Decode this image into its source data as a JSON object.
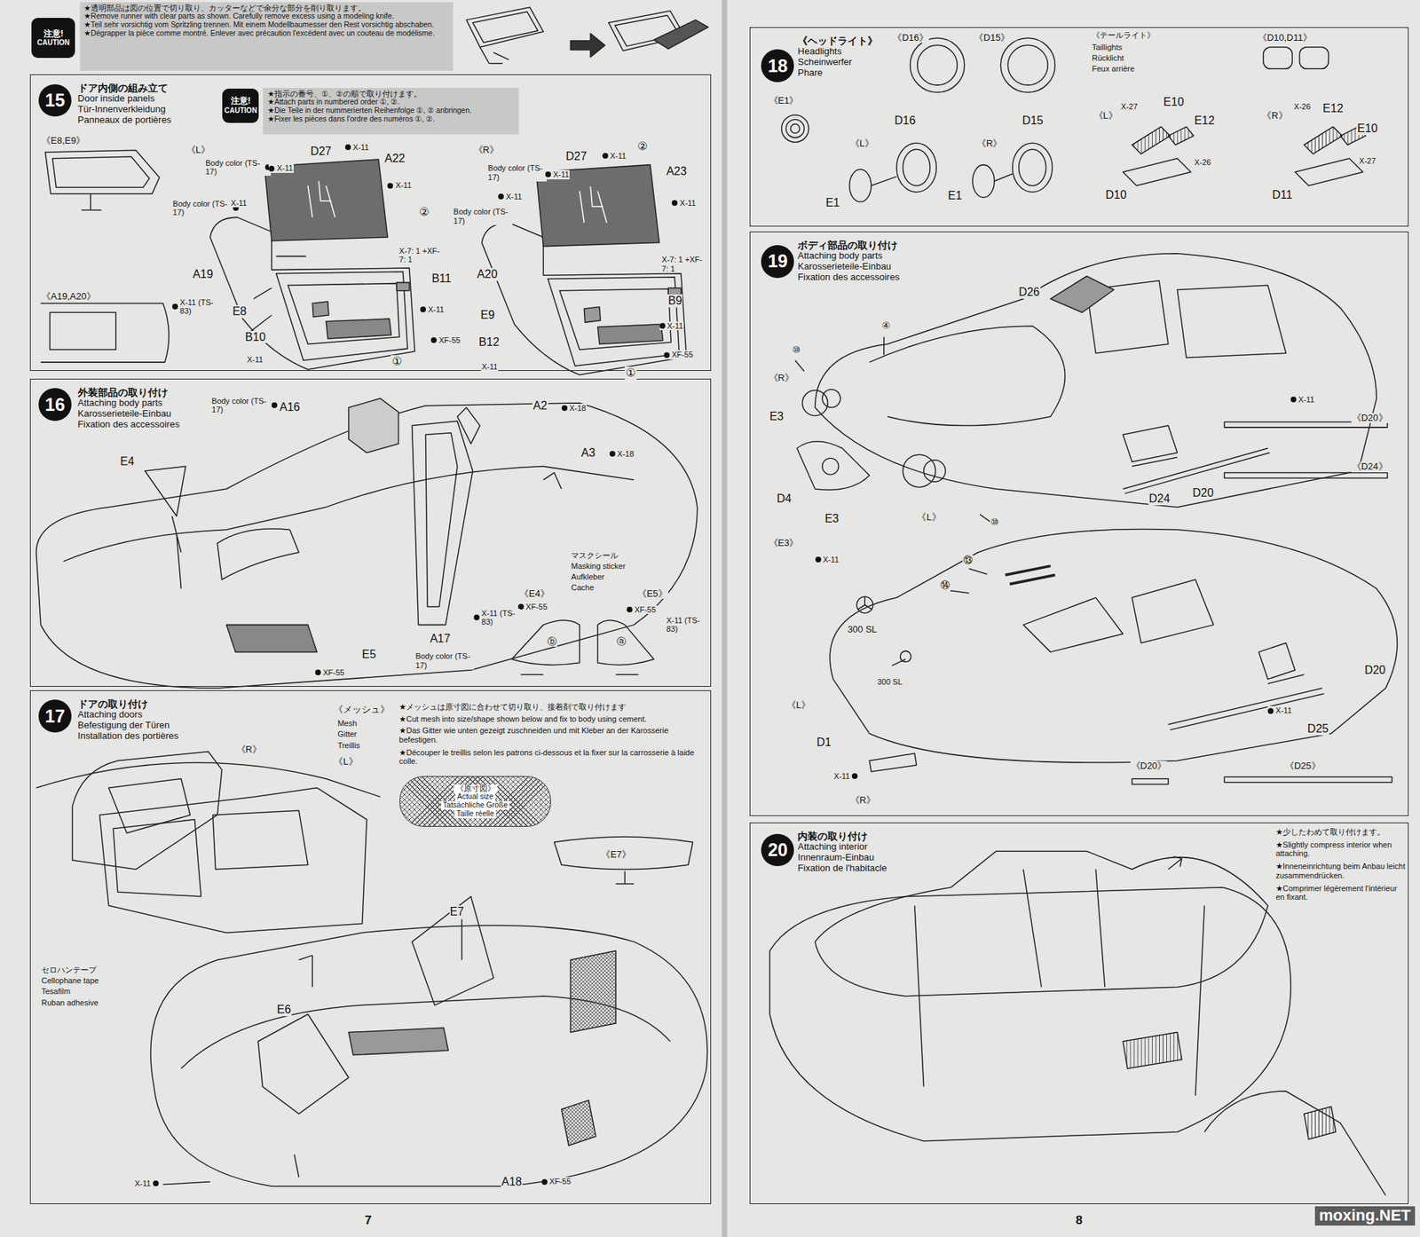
{
  "diagram": {
    "nodes": [
      {
        "text": [
          "★透明部品は図の位置で切り取り、カッターなどで余分な部分を削り取ります。",
          "★Remove runner with clear parts as shown. Carefully remove excess using a modeling knife.",
          "★Teil sehr vorsichtig vom Spritzling trennen. Mit einem Modellbaumesser den Rest vorsichtig abschaben.",
          "★Dégrapper la pièce comme montré. Enlever avec précaution l'excédent avec un couteau de modélisme."
        ]
      },
      {
        "text": [
          "注意!",
          "CAUTION"
        ]
      },
      {
        "text": [
          "ドア内側の組み立て",
          "Door inside panels",
          "Tür-Innenverkleidung",
          "Panneaux de portières"
        ]
      },
      {
        "text": [
          "15"
        ],
        "in": 2
      },
      {
        "text": [
          "注意!",
          "CAUTION"
        ],
        "in": 2
      },
      {
        "text": [
          "★指示の番号、①、②の順で取り付けます。",
          "★Attach parts in numbered order ①, ②.",
          "★Die Teile in der nummerierten Reihenfolge ①, ② anbringen.",
          "★Fixer les pièces dans l'ordre des numéros ①, ②."
        ],
        "in": 2
      },
      {
        "text": [
          "外装部品の取り付け",
          "Attaching body parts",
          "Karosserieteile-Einbau",
          "Fixation des accessoires"
        ]
      },
      {
        "text": [
          "16"
        ],
        "in": 6
      },
      {
        "text": [
          "ドアの取り付け",
          "Attaching doors",
          "Befestigung der Türen",
          "Installation des portières"
        ]
      },
      {
        "text": [
          "17"
        ],
        "in": 8
      },
      {
        "text": [
          "《原寸図》",
          "Actual size",
          "Tatsächliche Größe",
          "Taille réelle"
        ],
        "in": 8
      },
      {
        "text": [
          "《ヘッドライト》",
          "Headlights",
          "Scheinwerfer",
          "Phare"
        ]
      },
      {
        "text": [
          "18"
        ],
        "in": 11
      },
      {
        "text": [
          "ボディ部品の取り付け",
          "Attaching body parts",
          "Karosserieteile-Einbau",
          "Fixation des accessoires"
        ]
      },
      {
        "text": [
          "19"
        ],
        "in": 13
      },
      {
        "text": [
          "内装の取り付け",
          "Attaching interior",
          "Innenraum-Einbau",
          "Fixation de l'habitacle"
        ]
      },
      {
        "text": [
          "20"
        ],
        "in": 15
      }
    ],
    "labels": [
      "《E8,E9》",
      "《L》",
      "Body color (TS-17)",
      "X-11",
      "D27",
      "X-11",
      "A22",
      "Body color (TS-17)",
      "X-11",
      "X-11",
      "②",
      "X-7: 1 +XF-7: 1",
      "A19",
      "E8",
      "B11",
      "X-11",
      "B10",
      "X-11",
      "XF-55",
      "①",
      "《A19,A20》",
      "X-11 (TS-83)",
      "《R》",
      "Body color (TS-17)",
      "X-11",
      "D27",
      "X-11",
      "②",
      "A23",
      "X-11",
      "Body color (TS-17)",
      "X-11",
      "X-7: 1 +XF-7: 1",
      "A20",
      "E9",
      "B9",
      "X-11",
      "B12",
      "X-11",
      "XF-55",
      "①",
      "Body color (TS-17)",
      "A16",
      "A2",
      "X-18",
      "A3",
      "X-18",
      "E4",
      "マスクシール",
      "Masking sticker",
      "Aufkleber",
      "Cache",
      "《E4》",
      "《E5》",
      "XF-55",
      "XF-55",
      "X-11 (TS-83)",
      "X-11 (TS-83)",
      "ⓑ",
      "ⓐ",
      "E5",
      "A17",
      "Body color (TS-17)",
      "XF-55",
      "《R》",
      "《L》",
      "《メッシュ》",
      "Mesh",
      "Gitter",
      "Treillis",
      "★メッシュは原寸図に合わせて切り取り、接着剤で取り付けます",
      "★Cut mesh into size/shape shown below and fix to body using cement.",
      "★Das Gitter wie unten gezeigt zuschneiden und mit Kleber an der Karosserie befestigen.",
      "★Découper le treillis selon les patrons ci-dessous et la fixer sur la carrosserie à laide colle.",
      "《E7》",
      "E7",
      "E6",
      "セロハンテープ",
      "Cellophane tape",
      "Tesafilm",
      "Ruban adhesive",
      "X-11",
      "A18",
      "XF-55",
      "《D16》",
      "《D15》",
      "《テールライト》",
      "Taillights",
      "Rücklicht",
      "Feux arrière",
      "《D10,D11》",
      "《E1》",
      "D16",
      "D15",
      "《L》",
      "《R》",
      "E1",
      "E1",
      "《L》",
      "X-27",
      "E10",
      "E12",
      "X-26",
      "D10",
      "《R》",
      "X-26",
      "E12",
      "E10",
      "X-27",
      "D11",
      "D26",
      "④",
      "⑩",
      "《R》",
      "E3",
      "X-11",
      "《D20》",
      "《D24》",
      "D4",
      "E3",
      "《L》",
      "⑩",
      "D24",
      "D20",
      "《E3》",
      "X-11",
      "⑬",
      "⑭",
      "300 SL",
      "300 SL",
      "D20",
      "《L》",
      "X-11",
      "D25",
      "D1",
      "《D20》",
      "《D25》",
      "X-11",
      "《R》",
      "★少したわめて取り付けます。",
      "★Slightly compress interior when attaching.",
      "★Inneneinrichtung beim Anbau leicht zusammendrücken.",
      "★Comprimer légèrement l'intérieur en fixant.",
      "7",
      "8",
      "moxing.NET"
    ]
  }
}
